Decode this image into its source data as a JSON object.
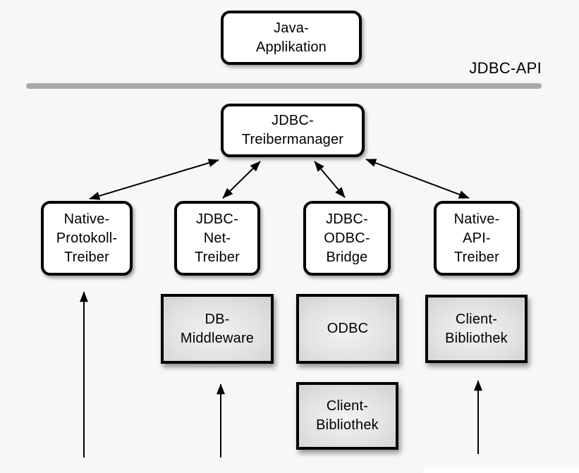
{
  "diagram": {
    "api_label": "JDBC-API",
    "nodes": {
      "java_application": {
        "lines": [
          "Java-",
          "Applikation"
        ],
        "style": "rounded-white"
      },
      "jdbc_treibermanager": {
        "lines": [
          "JDBC-",
          "Treibermanager"
        ],
        "style": "rounded-white"
      },
      "native_protokoll_treiber": {
        "lines": [
          "Native-",
          "Protokoll-",
          "Treiber"
        ],
        "style": "rounded-white"
      },
      "jdbc_net_treiber": {
        "lines": [
          "JDBC-",
          "Net-",
          "Treiber"
        ],
        "style": "rounded-white"
      },
      "jdbc_odbc_bridge": {
        "lines": [
          "JDBC-",
          "ODBC-",
          "Bridge"
        ],
        "style": "rounded-white"
      },
      "native_api_treiber": {
        "lines": [
          "Native-",
          "API-",
          "Treiber"
        ],
        "style": "rounded-white"
      },
      "db_middleware": {
        "lines": [
          "DB-",
          "Middleware"
        ],
        "style": "gray-gradient"
      },
      "odbc": {
        "lines": [
          "ODBC"
        ],
        "style": "gray-gradient"
      },
      "client_bibliothek_right": {
        "lines": [
          "Client-",
          "Bibliothek"
        ],
        "style": "gray-gradient"
      },
      "client_bibliothek_bottom": {
        "lines": [
          "Client-",
          "Bibliothek"
        ],
        "style": "gray-gradient"
      }
    },
    "edges": [
      {
        "from": "jdbc_treibermanager",
        "to": "native_protokoll_treiber",
        "type": "double-arrow"
      },
      {
        "from": "jdbc_treibermanager",
        "to": "jdbc_net_treiber",
        "type": "double-arrow"
      },
      {
        "from": "jdbc_treibermanager",
        "to": "jdbc_odbc_bridge",
        "type": "double-arrow"
      },
      {
        "from": "jdbc_treibermanager",
        "to": "native_api_treiber",
        "type": "double-arrow"
      },
      {
        "from": "offscreen-bottom",
        "to": "native_protokoll_treiber",
        "type": "up-arrow"
      },
      {
        "from": "offscreen-bottom",
        "to": "db_middleware",
        "type": "up-arrow"
      },
      {
        "from": "offscreen-bottom",
        "to": "client_bibliothek_right",
        "type": "up-arrow"
      }
    ],
    "colors": {
      "background": "#f7f7f7",
      "box_fill": "#ffffff",
      "box_border": "#000000",
      "gray_box_light": "#f2f2f2",
      "gray_box_dark": "#c6c6c6",
      "divider": "#a9a9a9",
      "arrow": "#000000",
      "text": "#000000"
    }
  }
}
